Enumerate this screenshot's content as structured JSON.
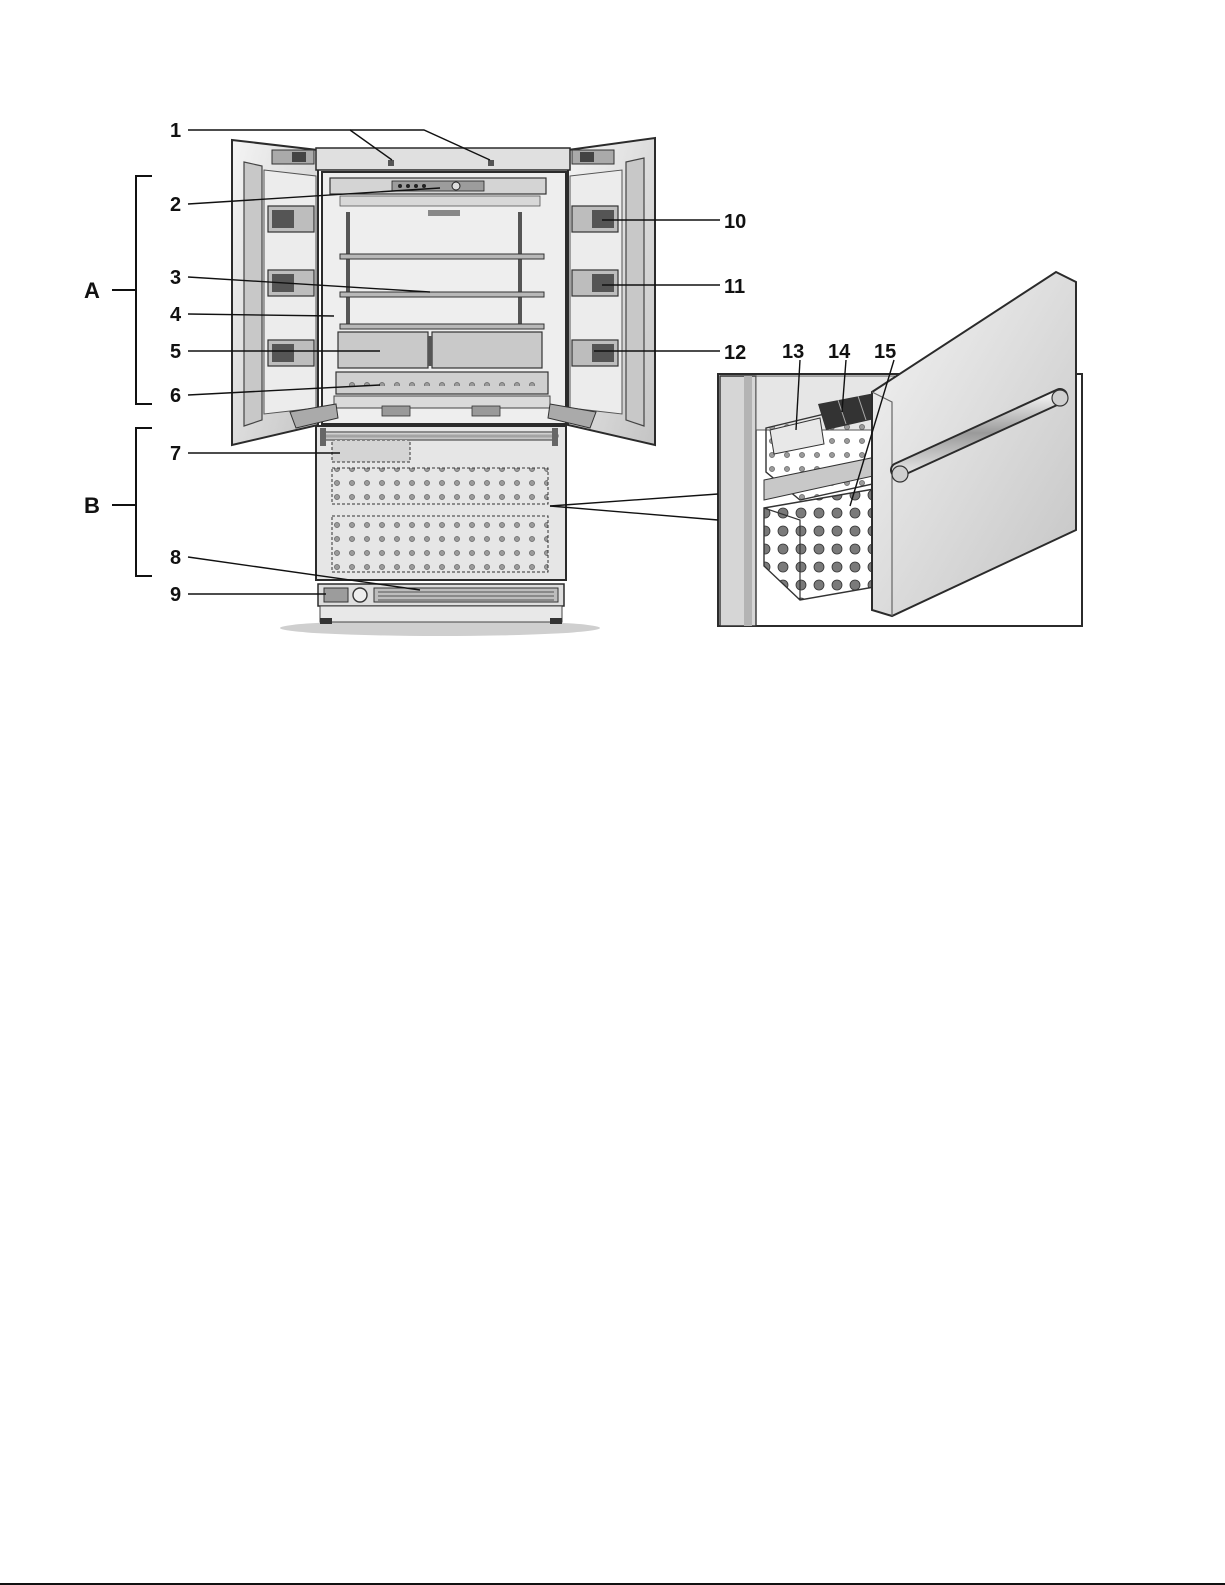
{
  "diagram": {
    "callouts": [
      {
        "id": "1",
        "label": "1"
      },
      {
        "id": "2",
        "label": "2"
      },
      {
        "id": "3",
        "label": "3"
      },
      {
        "id": "4",
        "label": "4"
      },
      {
        "id": "5",
        "label": "5"
      },
      {
        "id": "6",
        "label": "6"
      },
      {
        "id": "7",
        "label": "7"
      },
      {
        "id": "8",
        "label": "8"
      },
      {
        "id": "9",
        "label": "9"
      },
      {
        "id": "10",
        "label": "10"
      },
      {
        "id": "11",
        "label": "11"
      },
      {
        "id": "12",
        "label": "12"
      },
      {
        "id": "13",
        "label": "13"
      },
      {
        "id": "14",
        "label": "14"
      },
      {
        "id": "15",
        "label": "15"
      }
    ],
    "sections": [
      {
        "id": "A",
        "label": "A"
      },
      {
        "id": "B",
        "label": "B"
      }
    ]
  },
  "colors": {
    "outline": "#2b2b2b",
    "cabinet": "#e4e4e4",
    "interior": "#ececec",
    "door": "#d8d8d8",
    "accent": "#b0b0b0"
  }
}
